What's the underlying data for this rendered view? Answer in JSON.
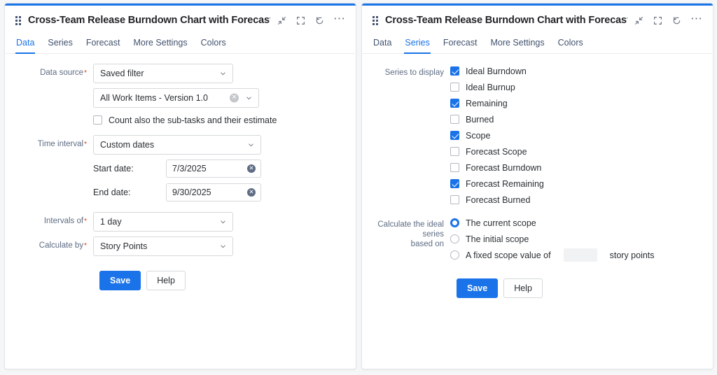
{
  "panels": [
    {
      "title": "Cross-Team Release Burndown Chart with Forecast and ...",
      "accent_color": "#1a73e8",
      "drag_handle_icon": "grip-dots-icon",
      "header_icons": [
        "collapse-icon",
        "fullscreen-icon",
        "refresh-icon",
        "more-options-icon"
      ],
      "tabs": [
        {
          "label": "Data",
          "active": true
        },
        {
          "label": "Series",
          "active": false
        },
        {
          "label": "Forecast",
          "active": false
        },
        {
          "label": "More Settings",
          "active": false
        },
        {
          "label": "Colors",
          "active": false
        }
      ],
      "form": {
        "data_source_label": "Data source",
        "data_source_value": "Saved filter",
        "saved_filter_value": "All Work Items - Version 1.0",
        "subtasks_checkbox_label": "Count also the sub-tasks and their estimate",
        "subtasks_checked": false,
        "time_interval_label": "Time interval",
        "time_interval_value": "Custom dates",
        "start_date_label": "Start date:",
        "start_date_value": "7/3/2025",
        "end_date_label": "End date:",
        "end_date_value": "9/30/2025",
        "intervals_label": "Intervals of",
        "intervals_value": "1 day",
        "calculate_by_label": "Calculate by",
        "calculate_by_value": "Story Points",
        "save_label": "Save",
        "help_label": "Help"
      }
    },
    {
      "title": "Cross-Team Release Burndown Chart with Forecast and ...",
      "accent_color": "#1a73e8",
      "drag_handle_icon": "grip-dots-icon",
      "header_icons": [
        "collapse-icon",
        "fullscreen-icon",
        "refresh-icon",
        "more-options-icon"
      ],
      "tabs": [
        {
          "label": "Data",
          "active": false
        },
        {
          "label": "Series",
          "active": true
        },
        {
          "label": "Forecast",
          "active": false
        },
        {
          "label": "More Settings",
          "active": false
        },
        {
          "label": "Colors",
          "active": false
        }
      ],
      "series": {
        "label": "Series to display",
        "items": [
          {
            "label": "Ideal Burndown",
            "checked": true
          },
          {
            "label": "Ideal Burnup",
            "checked": false
          },
          {
            "label": "Remaining",
            "checked": true
          },
          {
            "label": "Burned",
            "checked": false
          },
          {
            "label": "Scope",
            "checked": true
          },
          {
            "label": "Forecast Scope",
            "checked": false
          },
          {
            "label": "Forecast Burndown",
            "checked": false
          },
          {
            "label": "Forecast Remaining",
            "checked": true
          },
          {
            "label": "Forecast Burned",
            "checked": false
          }
        ]
      },
      "ideal_basis": {
        "label_line1": "Calculate the ideal series",
        "label_line2": "based on",
        "options": [
          {
            "label": "The current scope",
            "selected": true
          },
          {
            "label": "The initial scope",
            "selected": false
          },
          {
            "label": "A fixed scope value of",
            "selected": false,
            "input_value": "",
            "unit": "story points"
          }
        ]
      },
      "save_label": "Save",
      "help_label": "Help"
    }
  ]
}
